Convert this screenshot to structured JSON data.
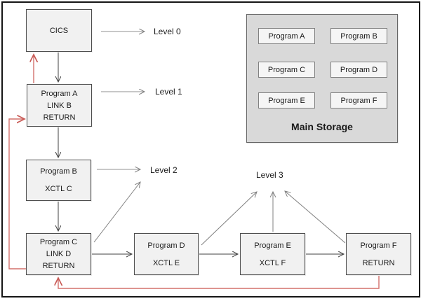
{
  "diagram_type": "cics-program-control-levels",
  "boxes": {
    "cics": {
      "lines": [
        "CICS"
      ]
    },
    "a": {
      "lines": [
        "Program A",
        "LINK B",
        "RETURN"
      ]
    },
    "b": {
      "lines": [
        "Program B",
        "XCTL C"
      ]
    },
    "c": {
      "lines": [
        "Program C",
        "LINK D",
        "RETURN"
      ]
    },
    "d": {
      "lines": [
        "Program D",
        "XCTL E"
      ]
    },
    "e": {
      "lines": [
        "Program E",
        "XCTL F"
      ]
    },
    "f": {
      "lines": [
        "Program F",
        "RETURN"
      ]
    }
  },
  "levels": [
    "Level 0",
    "Level 1",
    "Level 2",
    "Level 3"
  ],
  "main_storage": {
    "label": "Main Storage",
    "items": [
      "Program A",
      "Program B",
      "Program C",
      "Program D",
      "Program E",
      "Program F"
    ]
  },
  "colors": {
    "box_fill": "#f1f1f1",
    "box_border": "#4d4d4d",
    "storage_fill": "#d9d9d9",
    "storage_item_fill": "#f5f5f5",
    "arrow_call": "#404040",
    "arrow_level": "#808080",
    "arrow_return": "#d3706b"
  }
}
